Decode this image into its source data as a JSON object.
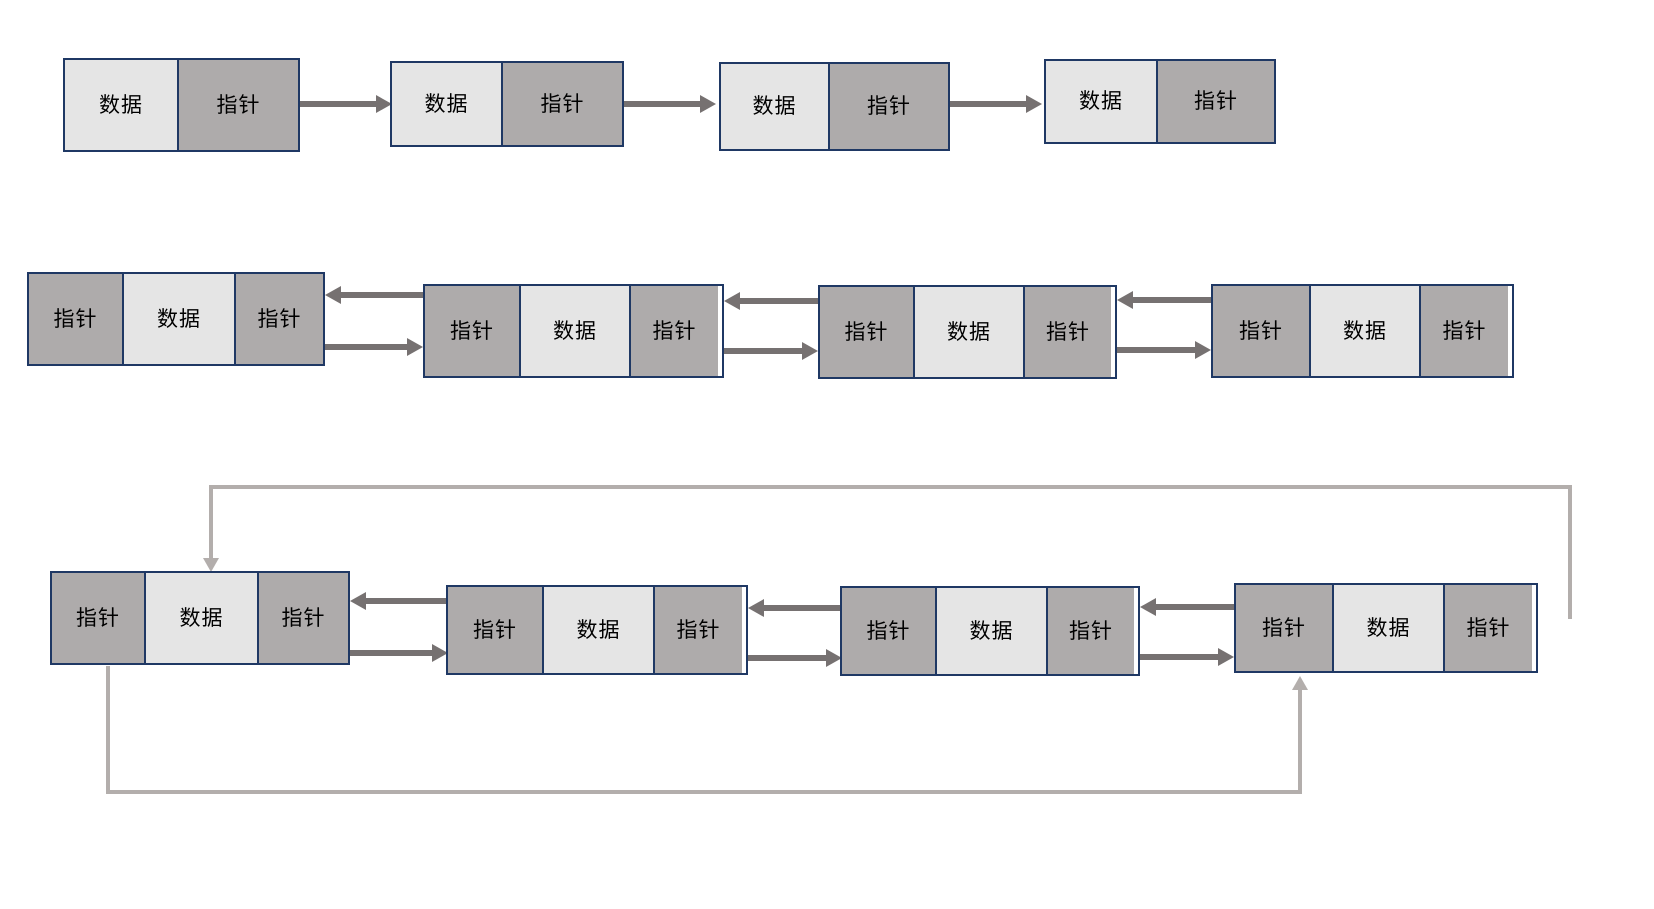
{
  "labels": {
    "data": "数据",
    "pointer": "指针"
  },
  "colors": {
    "node_border": "#1f3864",
    "data_cell": "#e5e5e5",
    "pointer_cell": "#aeabab",
    "arrow": "#767171",
    "circular_link": "#b3aeac",
    "background": "#ffffff"
  },
  "diagram": {
    "rows": [
      {
        "name": "singly-linked-list",
        "node_count": 4,
        "cells_per_node": [
          "数据",
          "指针"
        ],
        "link_count": 3,
        "link_direction": "forward"
      },
      {
        "name": "doubly-linked-list",
        "node_count": 4,
        "cells_per_node": [
          "指针",
          "数据",
          "指针"
        ],
        "link_count": 3,
        "link_direction": "bidirectional"
      },
      {
        "name": "circular-doubly-linked-list",
        "node_count": 4,
        "cells_per_node": [
          "指针",
          "数据",
          "指针"
        ],
        "link_count": 3,
        "link_direction": "bidirectional",
        "circular_links": [
          "tail-to-head-top",
          "head-to-tail-bottom"
        ]
      }
    ]
  }
}
